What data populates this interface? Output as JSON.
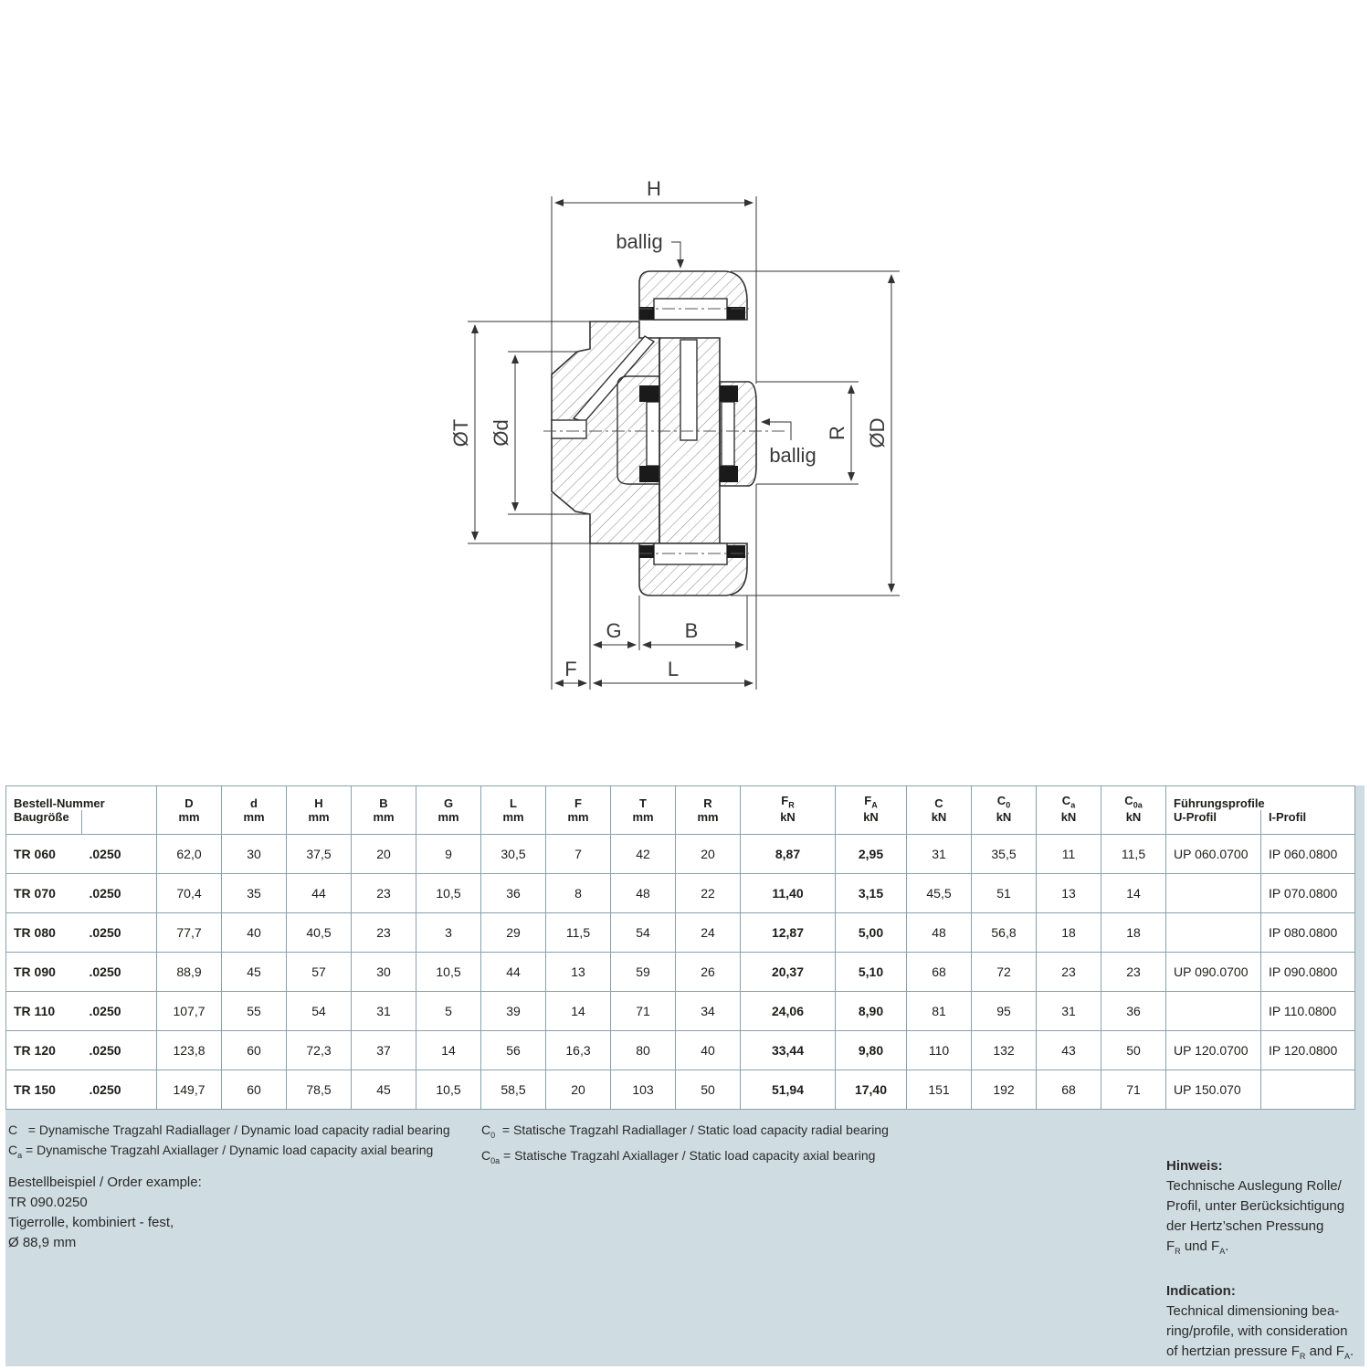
{
  "drawing": {
    "labels": {
      "H": "H",
      "ballig_top": "ballig",
      "ballig_right": "ballig",
      "T": "ØT",
      "d": "Ød",
      "R": "R",
      "D": "ØD",
      "G": "G",
      "B": "B",
      "F": "F",
      "L": "L"
    }
  },
  "table": {
    "header1": {
      "order_no": "Bestell-Nummer",
      "cols": [
        "D",
        "d",
        "H",
        "B",
        "G",
        "L",
        "F",
        "T",
        "R"
      ],
      "FR": {
        "base": "F",
        "sub": "R"
      },
      "FA": {
        "base": "F",
        "sub": "A"
      },
      "C": "C",
      "C0": {
        "base": "C",
        "sub": "0"
      },
      "Ca": {
        "base": "C",
        "sub": "a"
      },
      "C0a": {
        "base": "C",
        "sub": "0a"
      },
      "profiles": "Führungsprofile"
    },
    "header2": {
      "size": "Baugröße",
      "units": [
        "mm",
        "mm",
        "mm",
        "mm",
        "mm",
        "mm",
        "mm",
        "mm",
        "mm",
        "kN",
        "kN",
        "kN",
        "kN",
        "kN",
        "kN"
      ],
      "u_profile": "U-Profil",
      "i_profile": "I-Profil"
    },
    "rows": [
      {
        "size": "TR 060",
        "suffix": ".0250",
        "D": "62,0",
        "d": "30",
        "H": "37,5",
        "B": "20",
        "G": "9",
        "L": "30,5",
        "F": "7",
        "T": "42",
        "R": "20",
        "FR": "8,87",
        "FA": "2,95",
        "C": "31",
        "C0": "35,5",
        "Ca": "11",
        "C0a": "11,5",
        "U": "UP 060.0700",
        "I": "IP 060.0800"
      },
      {
        "size": "TR 070",
        "suffix": ".0250",
        "D": "70,4",
        "d": "35",
        "H": "44",
        "B": "23",
        "G": "10,5",
        "L": "36",
        "F": "8",
        "T": "48",
        "R": "22",
        "FR": "11,40",
        "FA": "3,15",
        "C": "45,5",
        "C0": "51",
        "Ca": "13",
        "C0a": "14",
        "U": "",
        "I": "IP 070.0800"
      },
      {
        "size": "TR 080",
        "suffix": ".0250",
        "D": "77,7",
        "d": "40",
        "H": "40,5",
        "B": "23",
        "G": "3",
        "L": "29",
        "F": "11,5",
        "T": "54",
        "R": "24",
        "FR": "12,87",
        "FA": "5,00",
        "C": "48",
        "C0": "56,8",
        "Ca": "18",
        "C0a": "18",
        "U": "",
        "I": "IP 080.0800"
      },
      {
        "size": "TR 090",
        "suffix": ".0250",
        "D": "88,9",
        "d": "45",
        "H": "57",
        "B": "30",
        "G": "10,5",
        "L": "44",
        "F": "13",
        "T": "59",
        "R": "26",
        "FR": "20,37",
        "FA": "5,10",
        "C": "68",
        "C0": "72",
        "Ca": "23",
        "C0a": "23",
        "U": "UP 090.0700",
        "I": "IP 090.0800"
      },
      {
        "size": "TR 110",
        "suffix": ".0250",
        "D": "107,7",
        "d": "55",
        "H": "54",
        "B": "31",
        "G": "5",
        "L": "39",
        "F": "14",
        "T": "71",
        "R": "34",
        "FR": "24,06",
        "FA": "8,90",
        "C": "81",
        "C0": "95",
        "Ca": "31",
        "C0a": "36",
        "U": "",
        "I": "IP 110.0800"
      },
      {
        "size": "TR 120",
        "suffix": ".0250",
        "D": "123,8",
        "d": "60",
        "H": "72,3",
        "B": "37",
        "G": "14",
        "L": "56",
        "F": "16,3",
        "T": "80",
        "R": "40",
        "FR": "33,44",
        "FA": "9,80",
        "C": "110",
        "C0": "132",
        "Ca": "43",
        "C0a": "50",
        "U": "UP 120.0700",
        "I": "IP 120.0800"
      },
      {
        "size": "TR 150",
        "suffix": ".0250",
        "D": "149,7",
        "d": "60",
        "H": "78,5",
        "B": "45",
        "G": "10,5",
        "L": "58,5",
        "F": "20",
        "T": "103",
        "R": "50",
        "FR": "51,94",
        "FA": "17,40",
        "C": "151",
        "C0": "192",
        "Ca": "68",
        "C0a": "71",
        "U": "UP 150.070",
        "I": ""
      }
    ]
  },
  "legend": {
    "c": {
      "sym": "C",
      "sub": "",
      "text": "= Dynamische Tragzahl Radiallager / Dynamic load capacity radial bearing"
    },
    "ca": {
      "sym": "C",
      "sub": "a",
      "text": "= Dynamische Tragzahl Axiallager / Dynamic load capacity axial bearing"
    },
    "c0": {
      "sym": "C",
      "sub": "0",
      "text": "= Statische Tragzahl Radiallager / Static load capacity radial bearing"
    },
    "c0a": {
      "sym": "C",
      "sub": "0a",
      "text": "= Statische Tragzahl Axiallager / Static load capacity axial bearing"
    }
  },
  "order_example": {
    "title": "Bestellbeispiel / Order example:",
    "code": "TR 090.0250",
    "desc": "Tigerrolle, kombiniert - fest,",
    "diameter": "Ø 88,9 mm"
  },
  "note": {
    "de_title": "Hinweis:",
    "de_text": [
      "Technische Auslegung Rolle/",
      "Profil, unter Berücksichtigung",
      "der Hertz’schen Pressung"
    ],
    "de_last": {
      "a": "F",
      "a_sub": "R",
      "mid": " und ",
      "b": "F",
      "b_sub": "A",
      "end": "."
    },
    "en_title": "Indication:",
    "en_text": [
      "Technical dimensioning bea-",
      "ring/profile, with consideration"
    ],
    "en_last": {
      "pre": "of hertzian pressure ",
      "a": "F",
      "a_sub": "R",
      "mid": " and ",
      "b": "F",
      "b_sub": "A",
      "end": "."
    }
  }
}
